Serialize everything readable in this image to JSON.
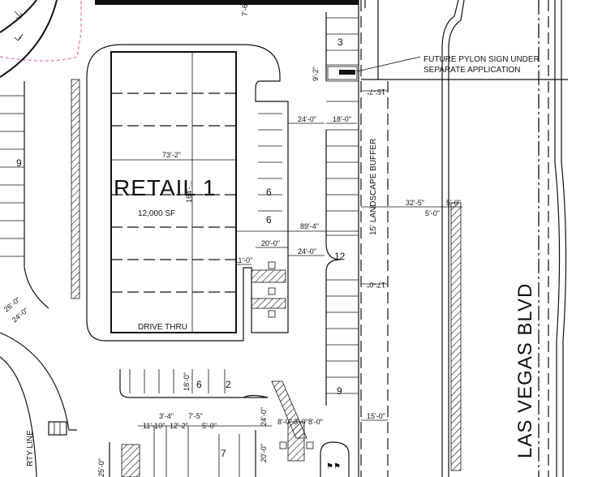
{
  "building": {
    "title": "RETAIL 1",
    "area": "12,000 SF",
    "drive_thru": "DRIVE THRU",
    "width_dim": "73'-2\"",
    "depth_dim": "164'-..."
  },
  "road": {
    "name": "LAS VEGAS BLVD"
  },
  "landscape_buffer": "15' LANDSCAPE BUFFER",
  "pylon_note": {
    "line1": "FUTURE PYLON SIGN UNDER",
    "line2": "SEPARATE APPLICATION"
  },
  "property_line": "RTY LINE",
  "stall_counts": [
    "3",
    "9",
    "6",
    "6",
    "12",
    "9",
    "6",
    "2",
    "7"
  ],
  "dimensions": {
    "d_24a": "24'-0\"",
    "d_18a": "18'-0\"",
    "d_15_7": "15'-7\"",
    "d_9_2": "9'-2\"",
    "d_7_6": "7'-6\"",
    "d_89_4": "89'-4\"",
    "d_20a": "20'-0\"",
    "d_24b": "24'-0\"",
    "d_11": "11'-0\"",
    "d_17": "17'-0\"",
    "d_32_5": "32'-5\"",
    "d_5a": "5'-0\"",
    "d_5b": "5'-0\"",
    "d_15b": "15'-0\"",
    "d_18b": "18'-0\"",
    "d_24c": "24'-0\"",
    "d_20b": "20'-0\"",
    "d_3_4": "3'-4\"",
    "d_7_5": "7'-5\"",
    "d_11_10": "11'-10\"",
    "d_12_2": "12'-2\"",
    "d_5c": "5'-0\"",
    "d_8_0a": "8'-0\"",
    "d_3_0": "3'-0\"",
    "d_8_0b": "8'-0\"",
    "d_26": "26'-0\"",
    "d_24d": "24'-0\"",
    "d_25": "25'-0\""
  }
}
